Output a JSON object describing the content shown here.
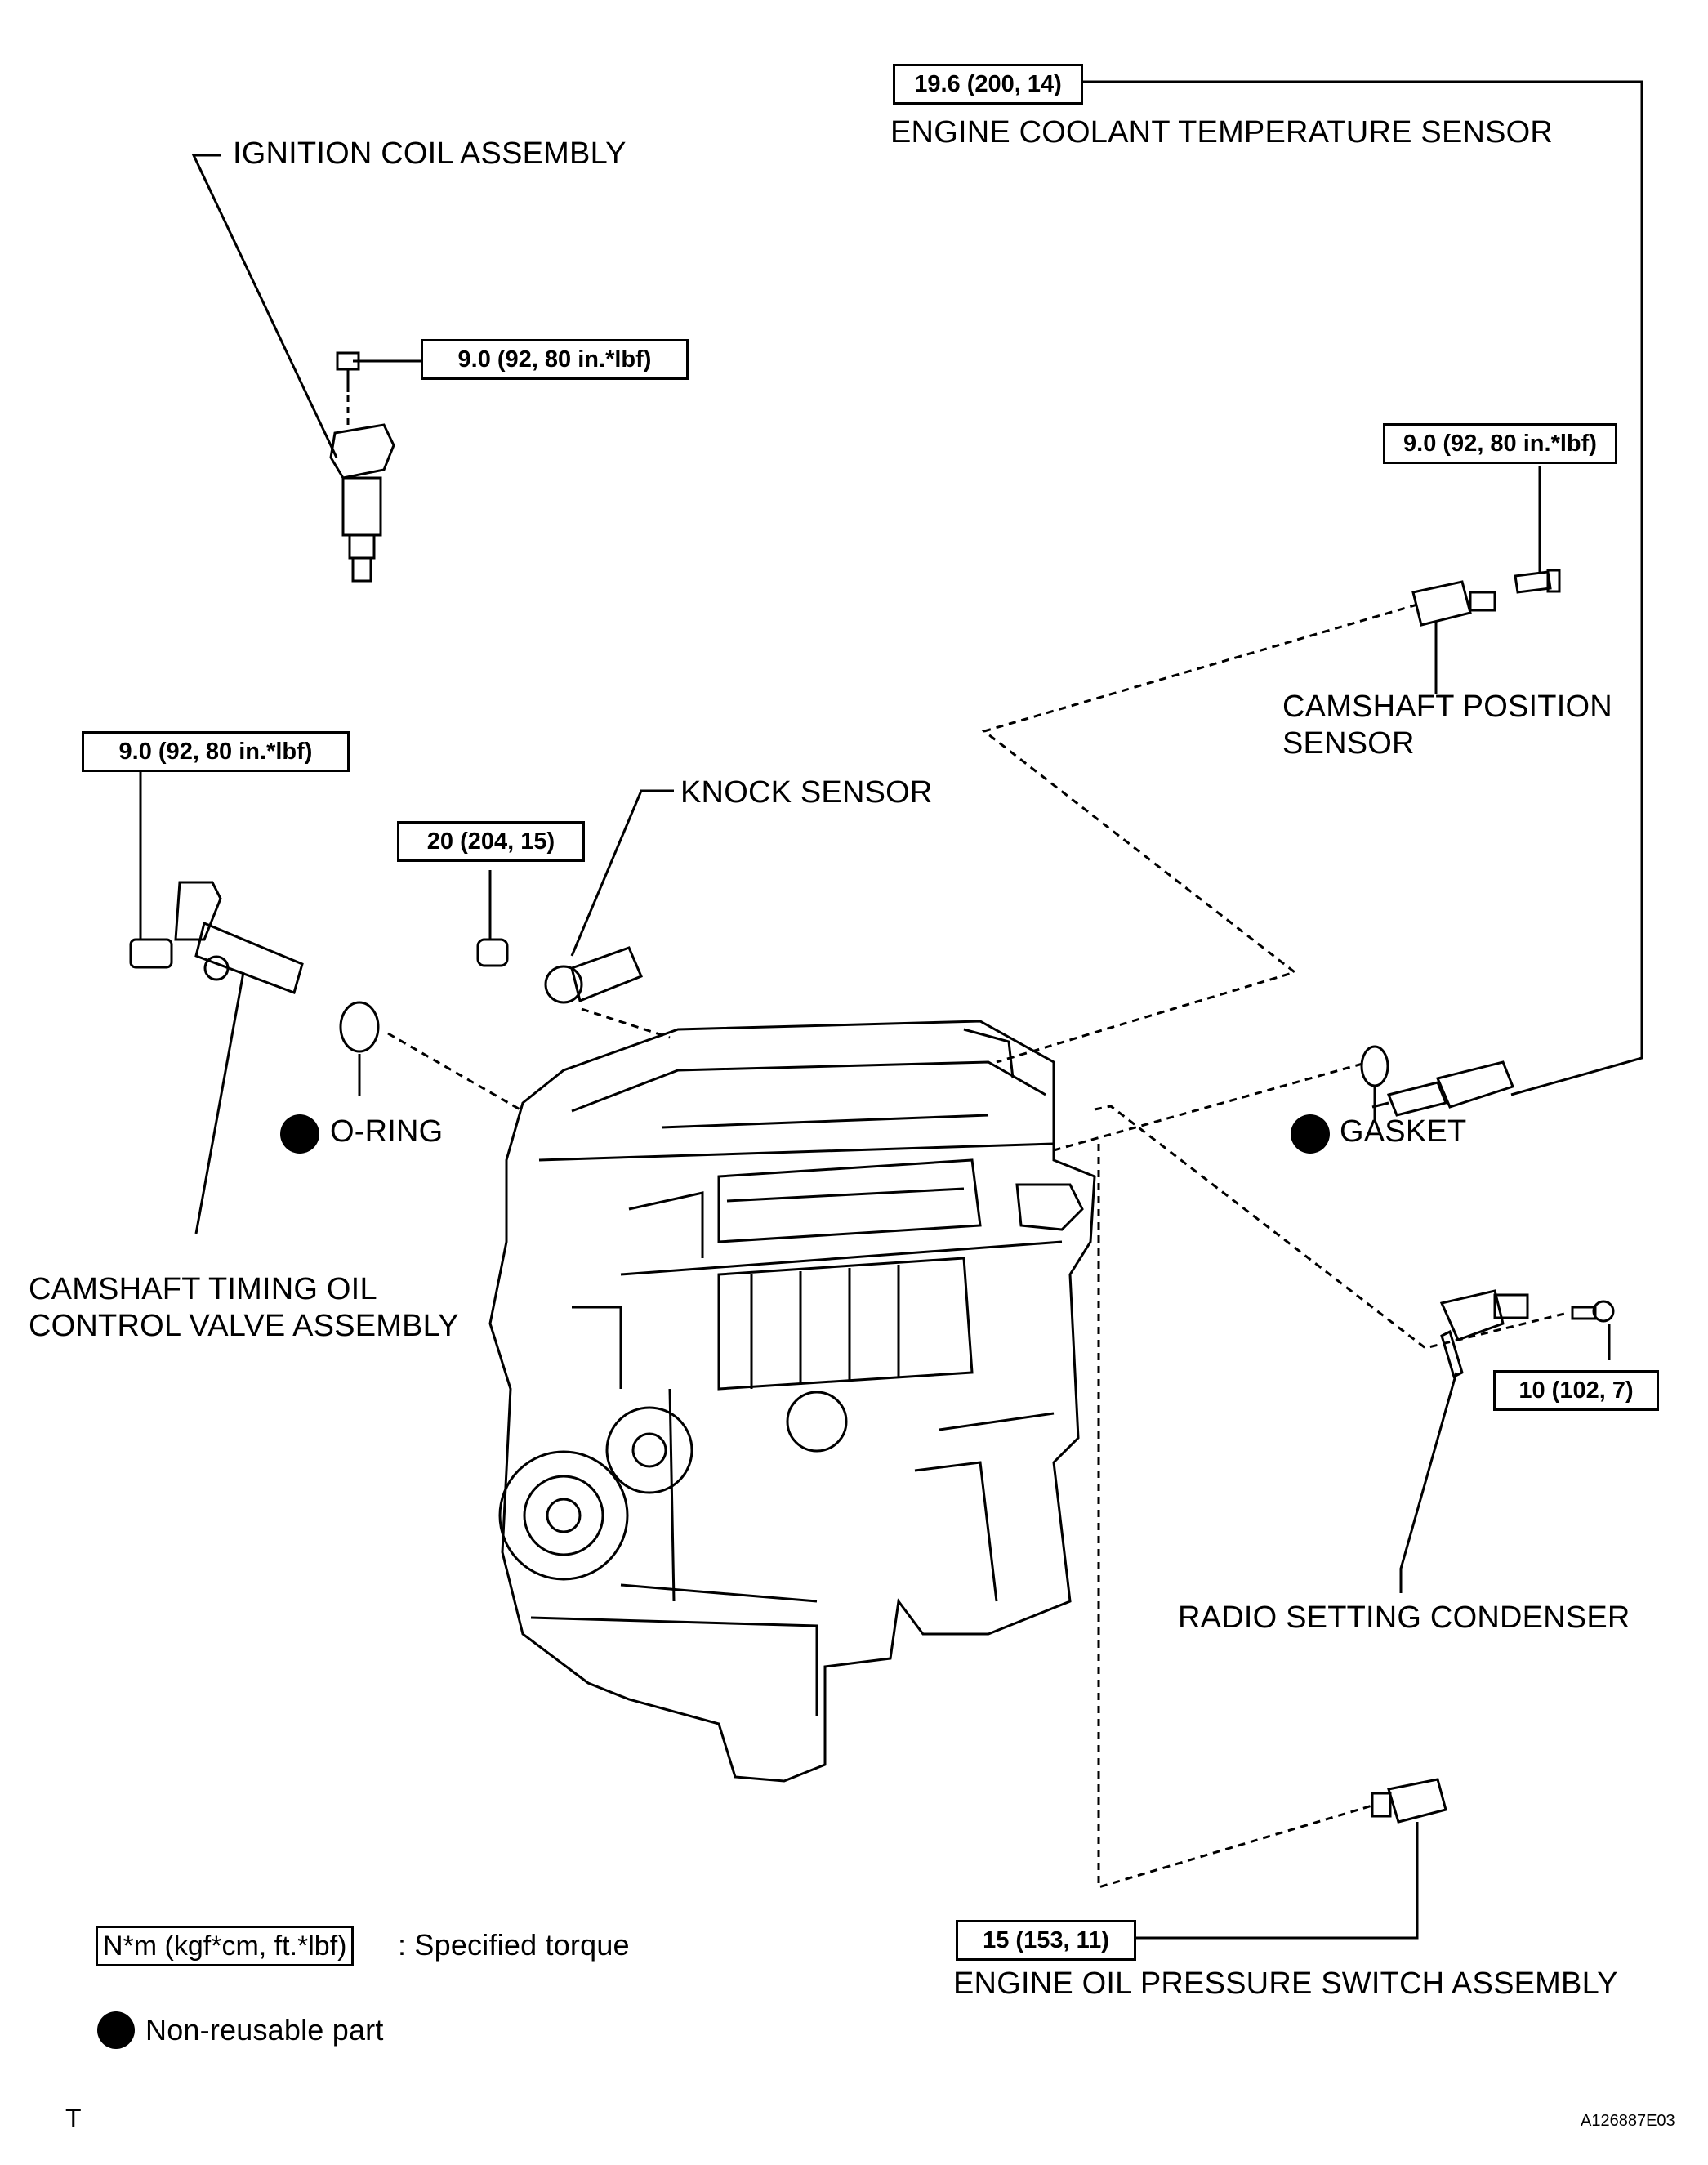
{
  "labels": {
    "ignition_coil": "IGNITION COIL ASSEMBLY",
    "coolant_sensor": "ENGINE COOLANT TEMPERATURE SENSOR",
    "camshaft_position_l1": "CAMSHAFT POSITION",
    "camshaft_position_l2": "SENSOR",
    "knock_sensor": "KNOCK SENSOR",
    "o_ring": "O-RING",
    "gasket": "GASKET",
    "ocv_l1": "CAMSHAFT TIMING OIL",
    "ocv_l2": "CONTROL VALVE ASSEMBLY",
    "radio_condenser": "RADIO SETTING CONDENSER",
    "oil_pressure_switch": "ENGINE OIL PRESSURE SWITCH ASSEMBLY"
  },
  "torques": {
    "coolant_sensor": "19.6 (200, 14)",
    "ignition_coil": "9.0 (92, 80 in.*lbf)",
    "camshaft_position": "9.0 (92, 80 in.*lbf)",
    "ocv": "9.0 (92, 80 in.*lbf)",
    "knock_sensor": "20 (204, 15)",
    "radio_condenser": "10 (102, 7)",
    "oil_pressure_switch": "15 (153, 11)"
  },
  "legend": {
    "torque_unit": "N*m (kgf*cm, ft.*lbf)",
    "torque_desc": ": Specified torque",
    "non_reusable": "Non-reusable part"
  },
  "footer": {
    "left_mark": "T",
    "figure_id": "A126887E03"
  }
}
